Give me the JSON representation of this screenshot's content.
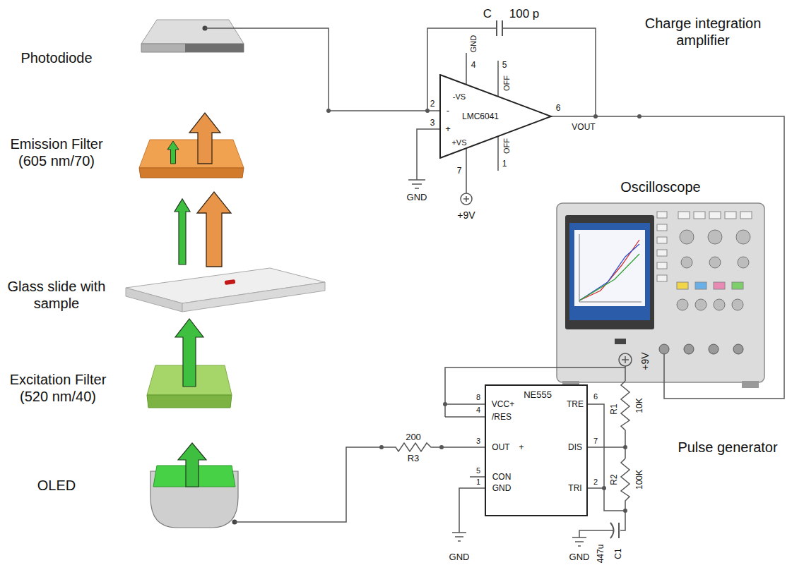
{
  "diagram": {
    "nodes": [
      {
        "text": [
          "LMC6041"
        ]
      },
      {
        "text": [
          "NE555"
        ]
      }
    ],
    "labels": [
      "Photodiode",
      "Emission Filter (605 nm/70)",
      "Glass slide with sample",
      "Excitation Filter (520 nm/40)",
      "OLED",
      "C",
      "100 p",
      "Charge integration amplifier",
      "4",
      "GND",
      "5",
      "OFF",
      "2",
      "-VS",
      "-",
      "6",
      "VOUT",
      "3",
      "+",
      "+VS",
      "OFF",
      "1",
      "7",
      "GND",
      "+9V",
      "Oscilloscope",
      "+9V",
      "8",
      "4",
      "VCC+",
      "/RES",
      "TRE",
      "6",
      "R1",
      "10K",
      "200",
      "R3",
      "3",
      "OUT",
      "+",
      "DIS",
      "7",
      "Pulse generator",
      "5",
      "CON",
      "1",
      "GND",
      "TRI",
      "2",
      "R2",
      "100K",
      "447u",
      "C1",
      "GND",
      "GND"
    ]
  }
}
